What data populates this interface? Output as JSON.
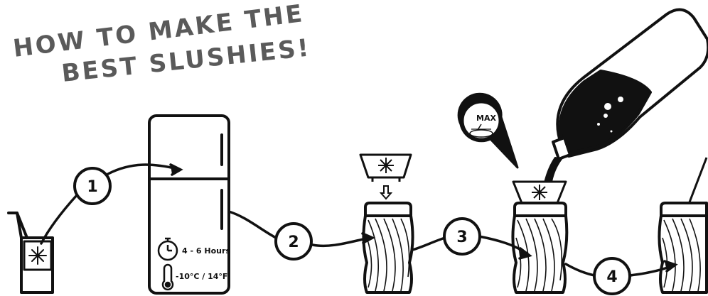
{
  "title": {
    "line1": "HOW TO MAKE THE",
    "line2": "BEST SLUSHIES!"
  },
  "steps": [
    "1",
    "2",
    "3",
    "4"
  ],
  "freezer": {
    "time_text": "4 - 6 Hours",
    "temp_text": "-10°C / 14°F"
  },
  "fill_marker": {
    "label": "MAX",
    "warning": "!"
  },
  "colors": {
    "ink": "#111111",
    "title_gray": "#5a5a5a",
    "liquid": "#111111"
  }
}
